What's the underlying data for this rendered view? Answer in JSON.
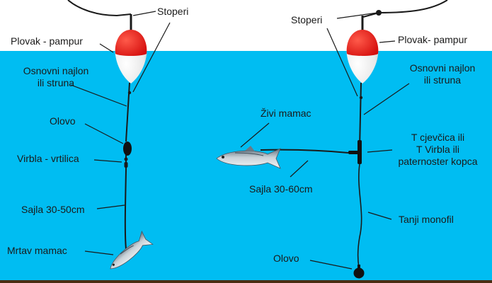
{
  "colors": {
    "water": "#00bdf2",
    "bottom": "#4a2d12",
    "float_top": "#f01414",
    "float_bottom": "#ffffff",
    "line": "#1a1a1a"
  },
  "labels": {
    "left": {
      "stoperi": "Stoperi",
      "plovak": "Plovak - pampur",
      "najlon": [
        "Osnovni najlon",
        "ili struna"
      ],
      "olovo": "Olovo",
      "virbla": "Virbla - vrtilica",
      "sajla": "Sajla 30-50cm",
      "mamac": "Mrtav mamac"
    },
    "right": {
      "stoperi": "Stoperi",
      "plovak": "Plovak- pampur",
      "najlon": [
        "Osnovni najlon",
        "ili struna"
      ],
      "zivi_mamac": "Živi mamac",
      "cjevcica": [
        "T cjevčica ili",
        "T Virbla ili",
        "paternoster kopca"
      ],
      "sajla": "Sajla 30-60cm",
      "monofil": "Tanji monofil",
      "olovo": "Olovo"
    }
  },
  "icons": {
    "float": "bobber-icon",
    "sinker": "sinker-icon",
    "swivel": "swivel-icon",
    "fish": "fish-icon"
  }
}
